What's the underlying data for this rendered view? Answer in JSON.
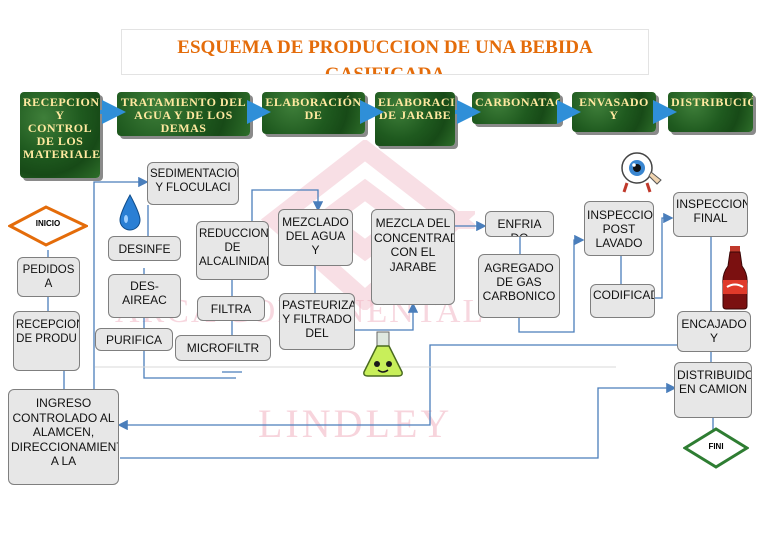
{
  "title": "ESQUEMA DE PRODUCCION DE UNA BEBIDA GASIFICADA",
  "stages": [
    "RECEPCION Y CONTROL DE LOS MATERIALES",
    "TRATAMIENTO DEL AGUA Y DE LOS DEMAS",
    "ELABORACIÓN DE",
    "ELABORACION DE JARABE",
    "CARBONATACIÓN",
    "ENVASADO Y",
    "DISTRIBUCIÓN"
  ],
  "boxes": {
    "inicio": "INICIO",
    "fin": "FINI",
    "pedidos": "PEDIDOS A",
    "recepcion": "RECEPCION DE PRODU",
    "ingreso": "INGRESO CONTROLADO AL ALAMCEN, DIRECCIONAMIENTO A LA",
    "sedimentacion": "SEDIMENTACION Y FLOCULACI",
    "desinfe": "DESINFE",
    "desaireac": "DES-AIREAC",
    "purifica": "PURIFICA",
    "reduccion": "REDUCCION DE ALCALINIDAD",
    "filtra": "FILTRA",
    "microfiltr": "MICROFILTR",
    "mezcla_agua": "MEZCLADO DEL AGUA Y",
    "pasteurizado": "PASTEURIZADO Y FILTRADO DEL",
    "mezcla_concentrado": "MEZCLA DEL CONCENTRADO CON EL JARABE",
    "enfria": "ENFRIA DO",
    "agregado": "AGREGADO DE GAS CARBONICO",
    "inspeccion_post": "INSPECCION POST LAVADO",
    "codificado": "CODIFICADO",
    "inspeccion_final": "INSPECCION FINAL",
    "encajado": "ENCAJADO Y",
    "distribuido": "DISTRIBUIDO EN CAMION"
  },
  "watermarks": {
    "middle": "ARCA CONTINENTAL",
    "bottom": "LINDLEY"
  },
  "colors": {
    "title": "#e46c0a",
    "stage_text": "#ffe9a0",
    "connector": "#4a7ebb",
    "inicio_border": "#e46c0a",
    "fin_border": "#2e7d32"
  }
}
